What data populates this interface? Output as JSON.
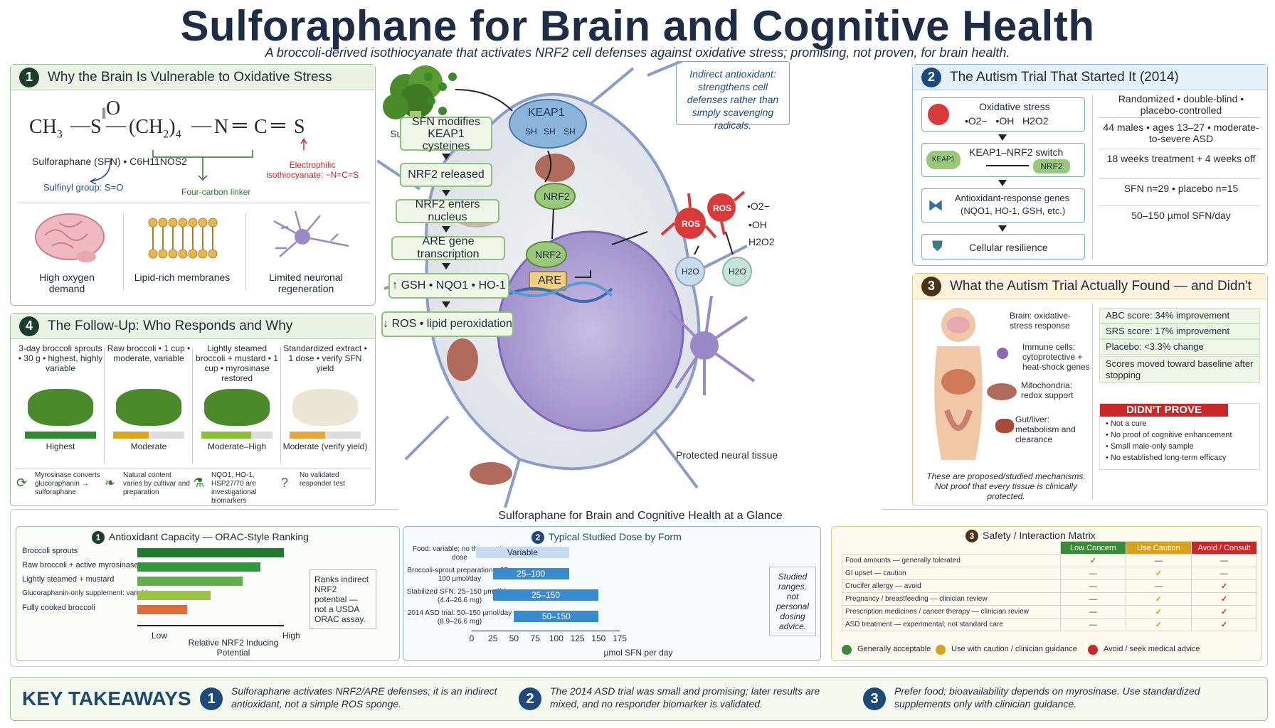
{
  "title": "Sulforaphane for Brain and Cognitive Health",
  "subtitle": "A broccoli-derived isothiocyanate that activates NRF2 cell defenses against oxidative stress; promising, not proven, for brain health.",
  "panel1": {
    "number": "1",
    "heading": "Why the Brain Is Vulnerable to Oxidative Stress",
    "formula_name": "Sulforaphane (SFN) • C6H11NOS2",
    "sulfinyl": "Sulfinyl group: S=O",
    "linker": "Four-carbon linker",
    "electrophilic_1": "Electrophilic",
    "electrophilic_2": "isothiocyanate: −N=C=S",
    "items": [
      {
        "label": "High oxygen demand",
        "icon": "brain-icon"
      },
      {
        "label": "Lipid-rich membranes",
        "icon": "membrane-icon"
      },
      {
        "label": "Limited neuronal regeneration",
        "icon": "neuron-icon"
      }
    ]
  },
  "center": {
    "broccoli_label": "Sulforaphane (SFN)",
    "indirect_text": "Indirect antioxidant: strengthens cell defenses rather than simply scavenging radicals.",
    "steps": [
      "SFN modifies KEAP1 cysteines",
      "NRF2 released",
      "NRF2 enters nucleus",
      "ARE gene transcription",
      "↑ GSH • NQO1 • HO-1",
      "↓ ROS • lipid peroxidation"
    ],
    "keap1": "KEAP1",
    "sh": [
      "SH",
      "SH",
      "SH"
    ],
    "nrf2": "NRF2",
    "are": "ARE",
    "ros": "ROS",
    "radicals": [
      "•O2−",
      "•OH",
      "H2O2"
    ],
    "water": "H2O",
    "protected": "Protected neural tissue"
  },
  "panel2": {
    "number": "2",
    "heading": "The Autism Trial That Started It (2014)",
    "flow": [
      {
        "label": "Oxidative stress",
        "sub": "•O2−   •OH   H2O2",
        "icon": "ros-icon"
      },
      {
        "label": "KEAP1–NRF2 switch",
        "keap": "KEAP1",
        "nrf": "NRF2",
        "icon": "switch-icon"
      },
      {
        "label": "Antioxidant-response genes",
        "sub": "(NQO1, HO-1, GSH, etc.)",
        "icon": "dna-icon"
      },
      {
        "label": "Cellular resilience",
        "icon": "shield-icon"
      }
    ],
    "facts": [
      "Randomized • double-blind • placebo-controlled",
      "44 males • ages 13–27 • moderate-to-severe ASD",
      "18 weeks treatment + 4 weeks off",
      "SFN n=29 • placebo n=15",
      "50–150 µmol SFN/day"
    ]
  },
  "panel3": {
    "number": "3",
    "heading": "What the Autism Trial Actually Found — and Didn't",
    "body_labels": [
      "Brain: oxidative-stress response",
      "Immune cells: cytoprotective + heat-shock genes",
      "Mitochondria: redox support",
      "Gut/liver: metabolism and clearance"
    ],
    "caveat": "These are proposed/studied mechanisms. Not proof that every tissue is clinically protected.",
    "results": [
      "ABC score: 34% improvement",
      "SRS score: 17% improvement",
      "Placebo: <3.3% change",
      "Scores moved toward baseline after stopping"
    ],
    "didnt_title": "DIDN'T PROVE",
    "didnt": [
      "Not a cure",
      "No proof of cognitive enhancement",
      "Small male-only sample",
      "No established long-term efficacy"
    ]
  },
  "panel4": {
    "number": "4",
    "heading": "The Follow-Up: Who Responds and Why",
    "foods": [
      {
        "desc": "3-day broccoli sprouts • 30 g • highest, highly variable",
        "level": "Highest",
        "fill": 1.0,
        "color": "#2f8a2f"
      },
      {
        "desc": "Raw broccoli • 1 cup • moderate, variable",
        "level": "Moderate",
        "fill": 0.5,
        "color": "#d9a81e"
      },
      {
        "desc": "Lightly steamed broccoli + mustard • 1 cup • myrosinase restored",
        "level": "Moderate–High",
        "fill": 0.7,
        "color": "#8abf3a"
      },
      {
        "desc": "Standardized extract • 1 dose • verify SFN yield",
        "level": "Moderate (verify yield)",
        "fill": 0.5,
        "color": "#e6a83a"
      }
    ],
    "notes": [
      {
        "text": "Myrosinase converts glucoraphanin → sulforaphane",
        "icon": "leaf-cycle-icon"
      },
      {
        "text": "Natural content varies by cultivar and preparation",
        "icon": "leaf-icon"
      },
      {
        "text": "NQO1, HO-1, HSP27/70 are investigational biomarkers",
        "icon": "flask-icon"
      },
      {
        "text": "No validated responder test",
        "icon": "question-icon"
      }
    ]
  },
  "glance_title": "Sulforaphane for  Brain and Cognitive Health at a Glance",
  "orac": {
    "number": "1",
    "title": "Antioxidant Capacity — ORAC-Style Ranking",
    "rows": [
      {
        "label": "Broccoli sprouts",
        "value": 1.0,
        "color": "#1f7a2b"
      },
      {
        "label": "Raw broccoli + active myrosinase",
        "value": 0.84,
        "color": "#2f9a3a"
      },
      {
        "label": "Lightly steamed + mustard",
        "value": 0.72,
        "color": "#5fb04a"
      },
      {
        "label": "Glucoraphanin-only supplement: variable",
        "value": 0.5,
        "color": "#9ac442"
      },
      {
        "label": "Fully cooked broccoli",
        "value": 0.34,
        "color": "#e06a3a"
      }
    ],
    "low": "Low",
    "high": "High",
    "axis": "Relative NRF2 Inducing Potential",
    "note": "Ranks indirect NRF2 potential — not a USDA ORAC assay."
  },
  "dose": {
    "number": "2",
    "title": "Typical Studied Dose by Form",
    "rows": [
      {
        "label": "Food: variable; no therapeutic dose",
        "bar": "Variable",
        "lo": 5,
        "hi": 115,
        "light": true
      },
      {
        "label": "Broccoli-sprout preparations: 25–100 µmol/day",
        "bar": "25–100",
        "lo": 25,
        "hi": 115
      },
      {
        "label": "Stabilized SFN: 25–150 µmol/day (4.4–26.6 mg)",
        "bar": "25–150",
        "lo": 25,
        "hi": 150
      },
      {
        "label": "2014 ASD trial: 50–150 µmol/day (8.9–26.6 mg)",
        "bar": "50–150",
        "lo": 50,
        "hi": 150
      }
    ],
    "ticks": [
      "0",
      "25",
      "50",
      "75",
      "100",
      "125",
      "150",
      "175"
    ],
    "xlabel": "µmol SFN per day",
    "note": "Studied ranges, not personal dosing advice."
  },
  "safety": {
    "number": "3",
    "title": "Safety / Interaction Matrix",
    "cols": [
      "Low Concern",
      "Use Caution",
      "Avoid / Consult"
    ],
    "col_colors": [
      "#3b8a3a",
      "#d9a21e",
      "#c8282a"
    ],
    "rows": [
      {
        "label": "Food amounts — generally tolerated",
        "v": [
          "✓",
          "—",
          "—"
        ]
      },
      {
        "label": "GI upset — caution",
        "v": [
          "—",
          "✓",
          "—"
        ]
      },
      {
        "label": "Crucifer allergy — avoid",
        "v": [
          "—",
          "—",
          "✓"
        ]
      },
      {
        "label": "Pregnancy / breastfeeding — clinician review",
        "v": [
          "—",
          "✓",
          "✓"
        ]
      },
      {
        "label": "Prescription medicines / cancer therapy — clinician review",
        "v": [
          "—",
          "✓",
          "✓"
        ]
      },
      {
        "label": "ASD treatment — experimental; not standard care",
        "v": [
          "—",
          "✓",
          "✓"
        ]
      }
    ],
    "legend": [
      "Generally acceptable",
      "Use with caution / clinician guidance",
      "Avoid / seek medical advice"
    ]
  },
  "takeaways": {
    "title": "KEY TAKEAWAYS",
    "items": [
      {
        "n": "1",
        "text": "Sulforaphane activates NRF2/ARE defenses; it is an indirect antioxidant, not a simple ROS sponge."
      },
      {
        "n": "2",
        "text": "The 2014 ASD trial was small and promising; later results are mixed, and no responder biomarker is validated."
      },
      {
        "n": "3",
        "text": "Prefer food; bioavailability depends on myrosinase. Use standardized supplements only with clinician guidance."
      }
    ]
  }
}
